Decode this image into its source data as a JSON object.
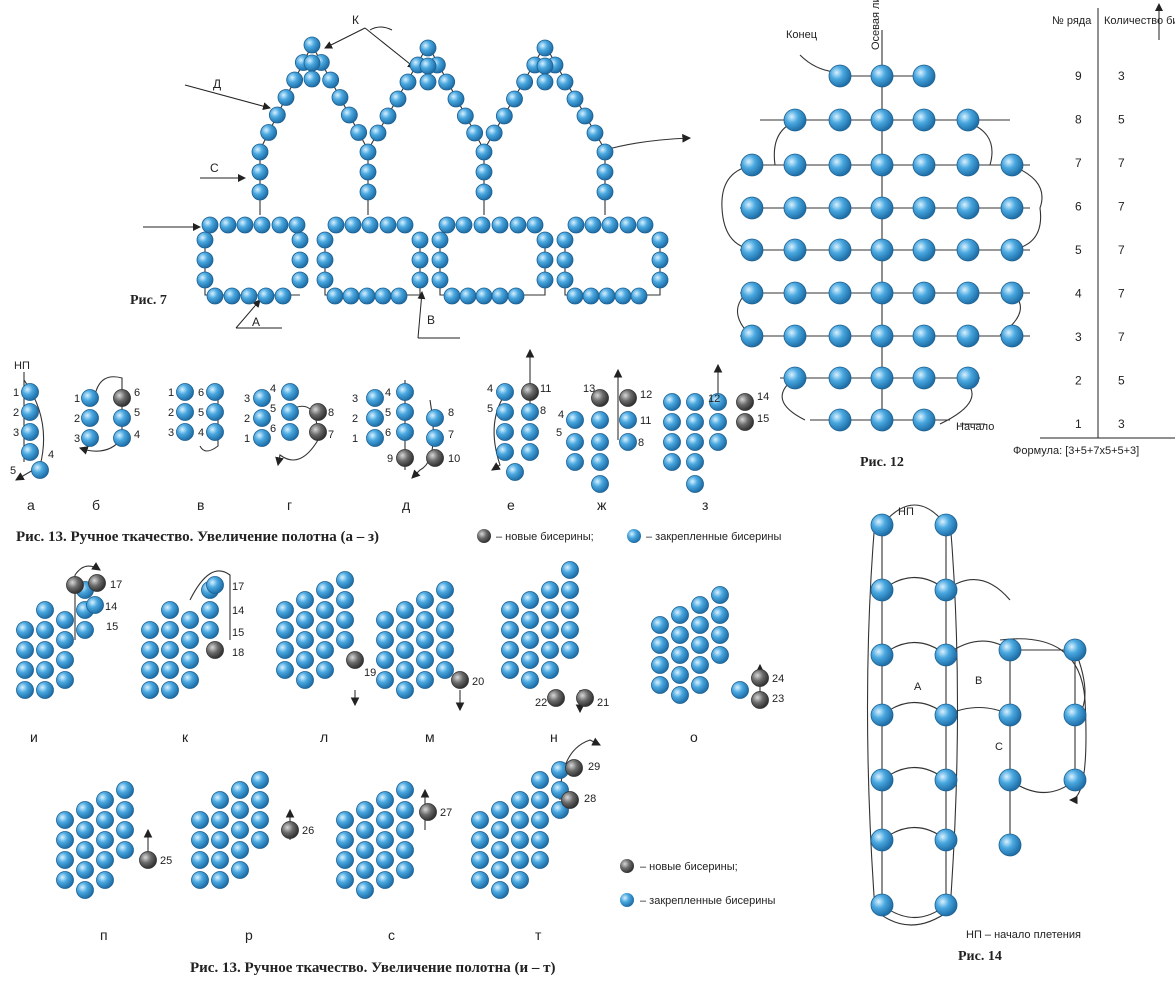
{
  "colors": {
    "bead_fixed": "#4aa8e0",
    "bead_new": "#6b6b6b",
    "thread": "#333333"
  },
  "fig7": {
    "caption": "Рис. 7",
    "labels": {
      "k": "К",
      "d": "Д",
      "s": "С",
      "a": "А",
      "v": "В"
    }
  },
  "fig12": {
    "caption": "Рис. 12",
    "label_end": "Конец",
    "label_axis": "Осевая линия",
    "label_start": "Начало",
    "col_row": "№ ряда",
    "col_count": "Количество бисерин",
    "rows": [
      {
        "n": "9",
        "count": "3"
      },
      {
        "n": "8",
        "count": "5"
      },
      {
        "n": "7",
        "count": "7"
      },
      {
        "n": "6",
        "count": "7"
      },
      {
        "n": "5",
        "count": "7"
      },
      {
        "n": "4",
        "count": "7"
      },
      {
        "n": "3",
        "count": "7"
      },
      {
        "n": "2",
        "count": "5"
      },
      {
        "n": "1",
        "count": "3"
      }
    ],
    "formula": "Формула: [3+5+7x5+5+3]"
  },
  "fig13a": {
    "caption": "Рис. 13. Ручное ткачество. Увеличение полотна  (а – з)",
    "np": "НП",
    "sub_labels": [
      "а",
      "б",
      "в",
      "г",
      "д",
      "е",
      "ж",
      "з"
    ],
    "legend_new": "– новые бисерины;",
    "legend_fixed": "– закрепленные бисерины"
  },
  "fig13b": {
    "caption": "Рис. 13. Ручное ткачество. Увеличение полотна  (и – т)",
    "sub_labels": [
      "и",
      "к",
      "л",
      "м",
      "н",
      "о",
      "п",
      "р",
      "с",
      "т"
    ],
    "legend_new": "– новые бисерины;",
    "legend_fixed": "– закрепленные бисерины"
  },
  "fig14": {
    "caption": "Рис. 14",
    "np": "НП",
    "label_a": "А",
    "label_v": "В",
    "label_s": "С",
    "legend": "НП – начало плетения"
  }
}
